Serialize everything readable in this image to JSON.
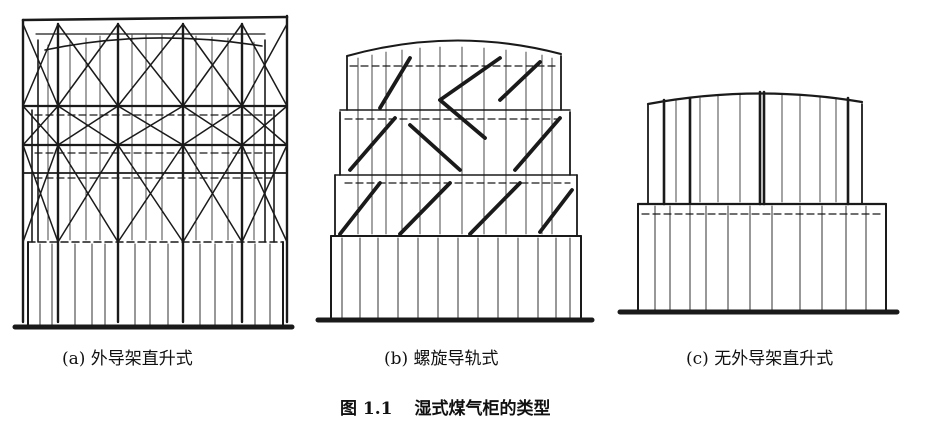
{
  "figure": {
    "panels": [
      {
        "id": "a",
        "caption": "(a)  外导架直升式"
      },
      {
        "id": "b",
        "caption": "(b)  螺旋导轨式"
      },
      {
        "id": "c",
        "caption": "(c)  无外导架直升式"
      }
    ],
    "title_number": "图 1.1",
    "title_text": "湿式煤气柜的类型"
  }
}
